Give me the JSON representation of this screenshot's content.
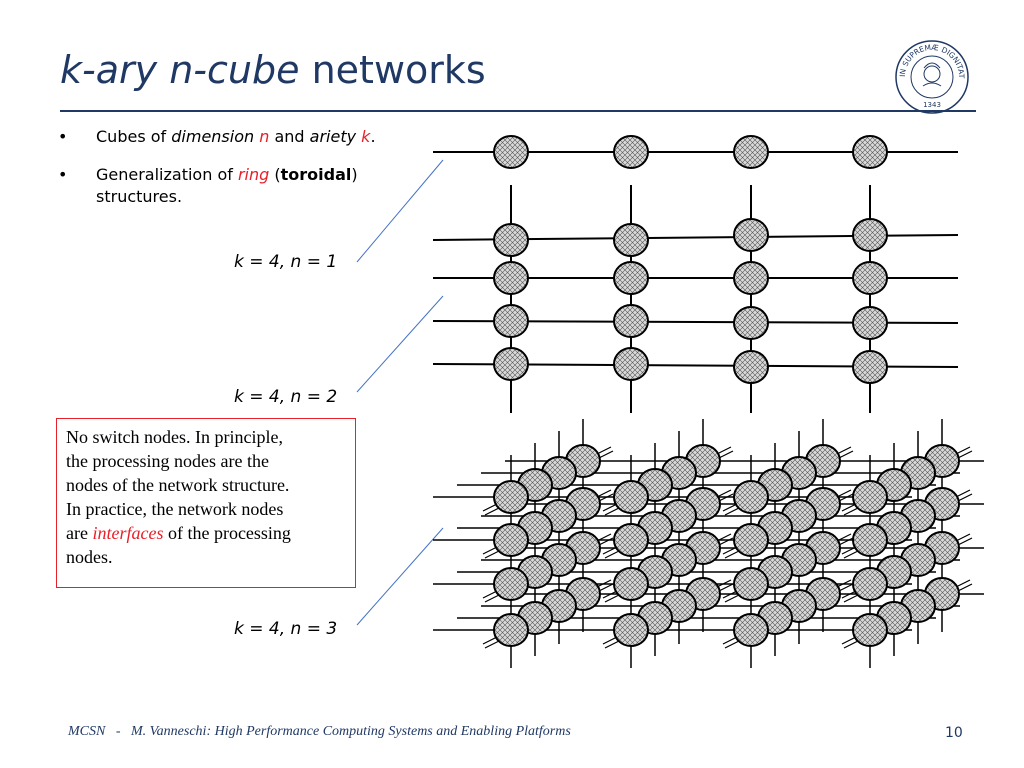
{
  "title": {
    "k_ary": "k-ary",
    "n_cube": "n-cube",
    "networks": "networks"
  },
  "bullets": {
    "b1": {
      "pre": "Cubes of ",
      "dimension": "dimension",
      "n": "n",
      "and": " and ",
      "ariety": "ariety",
      "k": "k",
      "post": "."
    },
    "b2": {
      "pre": "Generalization of ",
      "ring": "ring",
      "open": " (",
      "toroidal": "toroidal",
      "close": ")",
      "line2": "structures."
    }
  },
  "labels": {
    "n1": "k = 4, n = 1",
    "n2": "k = 4, n = 2",
    "n3": "k = 4, n = 3"
  },
  "note": {
    "line1": "No switch nodes. In principle,",
    "line2": "the processing nodes are the",
    "line3": "nodes of the network structure.",
    "line4": "In practice, the network nodes",
    "are": "are ",
    "interfaces": "interfaces",
    "rest": " of the processing",
    "line6": "nodes."
  },
  "footer": {
    "mcsn": "MCSN",
    "dash": "-",
    "author": "M. Vanneschi: High Performance Computing Systems and Enabling Platforms",
    "page": "10"
  },
  "logo": {
    "text_top": "IN SUPREMÆ DIGNITATIS",
    "year": "1343"
  },
  "colors": {
    "title": "#1f3864",
    "accent": "#e8202a",
    "connector": "#4472c4",
    "node_fill": "#d9d9d9"
  }
}
